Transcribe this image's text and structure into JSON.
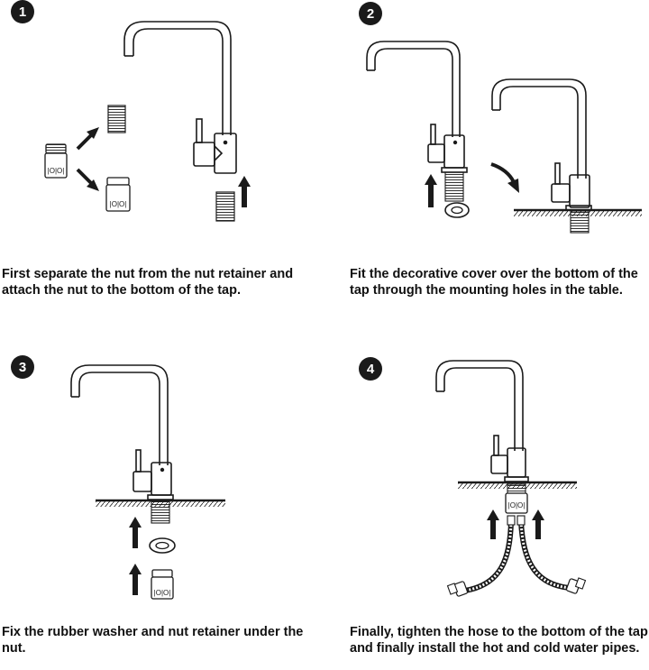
{
  "steps": [
    {
      "number": "1",
      "caption": "First separate the nut from the nut retainer and attach the nut to the bottom of the tap."
    },
    {
      "number": "2",
      "caption": "Fit the decorative cover over the bottom of the tap through the mounting holes in the table."
    },
    {
      "number": "3",
      "caption": "Fix the rubber washer and nut retainer under the nut."
    },
    {
      "number": "4",
      "caption": "Finally, tighten the hose to the bottom of the tap and finally install the hot and cold water pipes."
    }
  ],
  "icons": [
    "faucet-icon",
    "nut-icon",
    "nut-retainer-icon",
    "rubber-washer-icon",
    "arrow-up-icon",
    "curved-arrow-icon",
    "hose-icon",
    "countertop-icon"
  ],
  "colors": {
    "ink": "#1a1a1a",
    "background": "#ffffff"
  }
}
